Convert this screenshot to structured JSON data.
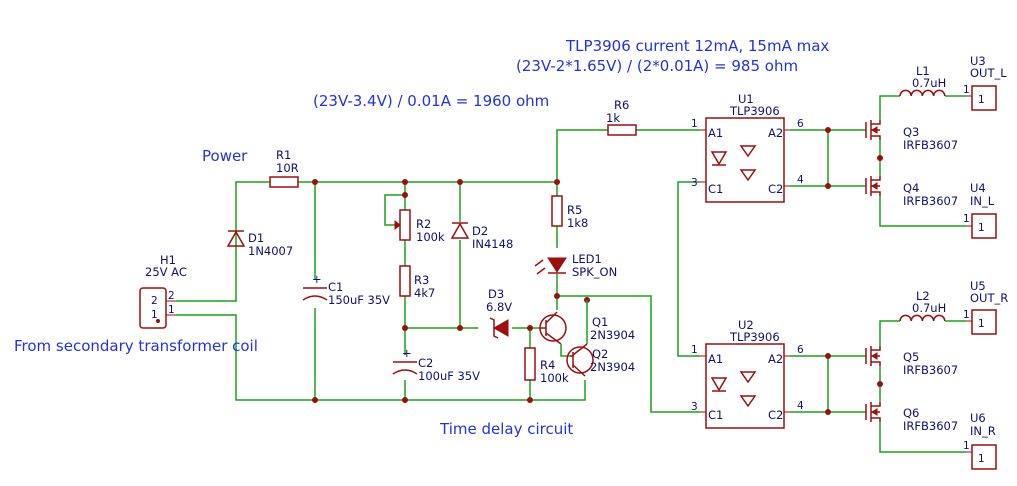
{
  "notes": {
    "tlp_current": "TLP3906 current 12mA, 15mA max",
    "tlp_formula": "(23V-2*1.65V) / (2*0.01A) = 985 ohm",
    "led_formula": "(23V-3.4V) / 0.01A = 1960 ohm",
    "power": "Power",
    "secondary": "From secondary transformer coil",
    "time_delay": "Time delay circuit"
  },
  "components": {
    "h1": {
      "ref": "H1",
      "value": "25V AC",
      "pin_top": "2",
      "pin_bottom": "1",
      "pin_top_ext": "2",
      "pin_bottom_ext": "1"
    },
    "d1": {
      "ref": "D1",
      "value": "1N4007"
    },
    "r1": {
      "ref": "R1",
      "value": "10R"
    },
    "c1": {
      "ref": "C1",
      "value": "150uF 35V"
    },
    "r2": {
      "ref": "R2",
      "value": "100k"
    },
    "r3": {
      "ref": "R3",
      "value": "4k7"
    },
    "c2": {
      "ref": "C2",
      "value": "100uF 35V"
    },
    "d2": {
      "ref": "D2",
      "value": "IN4148"
    },
    "d3": {
      "ref": "D3",
      "value": "6.8V"
    },
    "r4": {
      "ref": "R4",
      "value": "100k"
    },
    "q1": {
      "ref": "Q1",
      "value": "2N3904"
    },
    "q2": {
      "ref": "Q2",
      "value": "2N3904"
    },
    "r5": {
      "ref": "R5",
      "value": "1k8"
    },
    "led1": {
      "ref": "LED1",
      "value": "SPK_ON"
    },
    "r6": {
      "ref": "R6",
      "value": "1k"
    },
    "u1": {
      "ref": "U1",
      "value": "TLP3906",
      "pin_a1": "A1",
      "pin_c1": "C1",
      "pin_a2": "A2",
      "pin_c2": "C2",
      "n1": "1",
      "n3": "3",
      "n6": "6",
      "n4": "4"
    },
    "u2": {
      "ref": "U2",
      "value": "TLP3906",
      "pin_a1": "A1",
      "pin_c1": "C1",
      "pin_a2": "A2",
      "pin_c2": "C2",
      "n1": "1",
      "n3": "3",
      "n6": "6",
      "n4": "4"
    },
    "l1": {
      "ref": "L1",
      "value": "0.7uH"
    },
    "l2": {
      "ref": "L2",
      "value": "0.7uH"
    },
    "q3": {
      "ref": "Q3",
      "value": "IRFB3607"
    },
    "q4": {
      "ref": "Q4",
      "value": "IRFB3607"
    },
    "q5": {
      "ref": "Q5",
      "value": "IRFB3607"
    },
    "q6": {
      "ref": "Q6",
      "value": "IRFB3607"
    },
    "u3": {
      "ref": "U3",
      "value": "OUT_L",
      "pin": "1",
      "pin_ext": "1"
    },
    "u4": {
      "ref": "U4",
      "value": "IN_L",
      "pin": "1",
      "pin_ext": "1"
    },
    "u5": {
      "ref": "U5",
      "value": "OUT_R",
      "pin": "1",
      "pin_ext": "1"
    },
    "u6": {
      "ref": "U6",
      "value": "IN_R",
      "pin": "1",
      "pin_ext": "1"
    }
  },
  "colors": {
    "wire": "#1aa31a",
    "component": "#9b0f0f",
    "label": "#101070",
    "note": "#2233dd"
  }
}
